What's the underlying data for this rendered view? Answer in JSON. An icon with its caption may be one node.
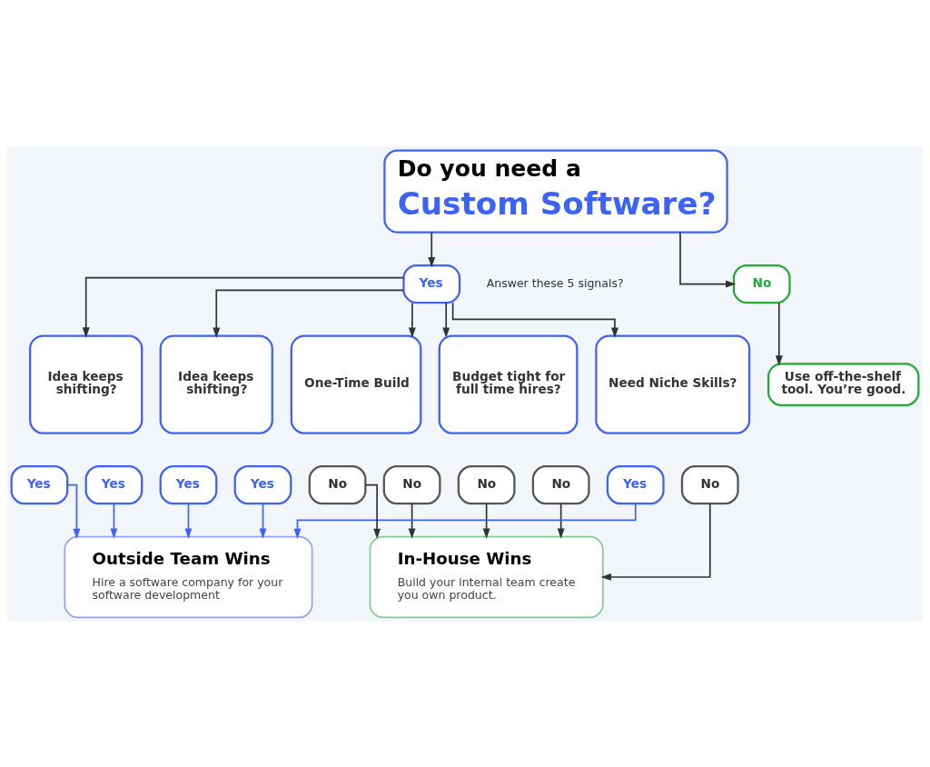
{
  "diagram": {
    "nodes": [
      {
        "text": [
          "Do you need a",
          "Custom Software?"
        ]
      },
      {
        "text": [
          "No"
        ]
      },
      {
        "text": [
          "Yes"
        ],
        "beside": [
          "Answer these 5 signals?"
        ]
      },
      {
        "text": [
          "Use off-the-shelf tool. You’re good."
        ]
      },
      {
        "text": [
          "Idea keeps shifting?"
        ]
      },
      {
        "text": [
          "One-Time Build"
        ]
      },
      {
        "text": [
          "Budget tight for full time hires?"
        ]
      },
      {
        "text": [
          "Need Niche Skills?"
        ]
      },
      {
        "text": [
          "Idea keeps shifting?"
        ]
      },
      {
        "text": [
          "Yes"
        ]
      },
      {
        "text": [
          "No"
        ]
      },
      {
        "text": [
          "Yes"
        ]
      },
      {
        "text": [
          "No"
        ]
      },
      {
        "text": [
          "Yes"
        ]
      },
      {
        "text": [
          "No"
        ]
      },
      {
        "text": [
          "Yes"
        ]
      },
      {
        "text": [
          "No"
        ]
      },
      {
        "text": [
          "Yes"
        ]
      },
      {
        "text": [
          "No"
        ]
      },
      {
        "text": [
          "Outside Team Wins",
          "Hire a software company for your software development"
        ]
      },
      {
        "text": [
          "In-House Wins",
          "Build your internal team create you own product."
        ]
      }
    ],
    "edges": [
      {
        "from": 0,
        "to": 1,
        "arrow": "to"
      },
      {
        "from": 0,
        "to": 2,
        "arrow": "to"
      },
      {
        "from": 1,
        "to": 3,
        "arrow": "to"
      },
      {
        "from": 2,
        "to": 4,
        "arrow": "to"
      },
      {
        "from": 2,
        "to": 5,
        "arrow": "to"
      },
      {
        "from": 2,
        "to": 6,
        "arrow": "to"
      },
      {
        "from": 2,
        "to": 7,
        "arrow": "to"
      },
      {
        "from": 2,
        "to": 8,
        "arrow": "to"
      },
      {
        "from": 9,
        "to": 19,
        "arrow": "to",
        "color": "#3d63f5"
      },
      {
        "from": 10,
        "to": 20,
        "arrow": "to"
      },
      {
        "from": 11,
        "to": 19,
        "arrow": "to",
        "color": "#3d63f5"
      },
      {
        "from": 12,
        "to": 20,
        "arrow": "to"
      },
      {
        "from": 13,
        "to": 19,
        "arrow": "to",
        "color": "#3d63f5"
      },
      {
        "from": 14,
        "to": 20,
        "arrow": "to"
      },
      {
        "from": 15,
        "to": 19,
        "arrow": "to",
        "color": "#3d63f5"
      },
      {
        "from": 16,
        "to": 20,
        "arrow": "to"
      },
      {
        "from": 17,
        "to": 19,
        "arrow": "to",
        "color": "#3d63f5"
      },
      {
        "from": 18,
        "to": 20,
        "arrow": "to"
      }
    ]
  }
}
